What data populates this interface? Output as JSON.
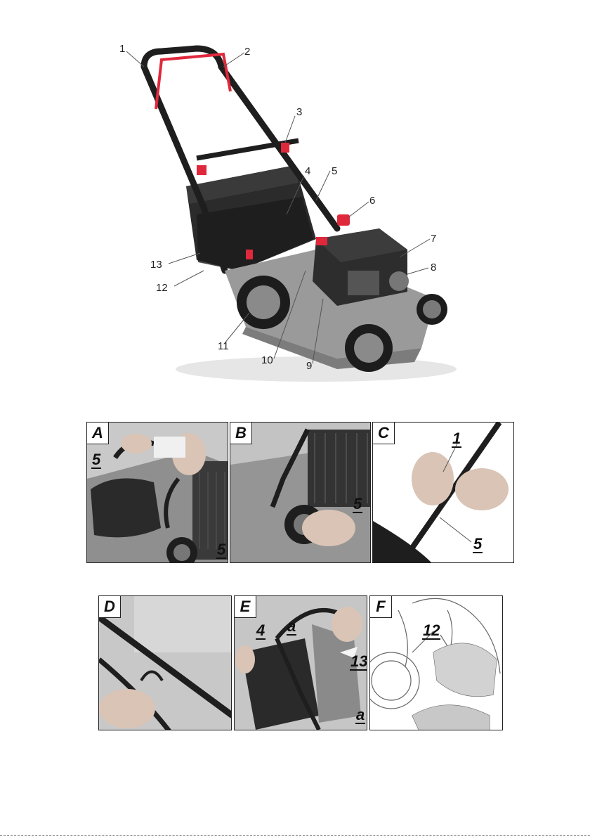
{
  "main_figure": {
    "callouts": [
      "1",
      "2",
      "3",
      "4",
      "5",
      "6",
      "7",
      "8",
      "9",
      "10",
      "11",
      "12",
      "13"
    ]
  },
  "panels_row1": [
    {
      "letter": "A",
      "labels": [
        "5",
        "5"
      ]
    },
    {
      "letter": "B",
      "labels": [
        "5"
      ]
    },
    {
      "letter": "C",
      "labels": [
        "1",
        "5"
      ]
    }
  ],
  "panels_row2": [
    {
      "letter": "D",
      "labels": []
    },
    {
      "letter": "E",
      "labels": [
        "4",
        "a",
        "13",
        "a"
      ]
    },
    {
      "letter": "F",
      "labels": [
        "12"
      ]
    }
  ],
  "colors": {
    "accent_red": "#e0283c",
    "deck_gray": "#9a9a9a",
    "dark": "#1e1e1e"
  }
}
